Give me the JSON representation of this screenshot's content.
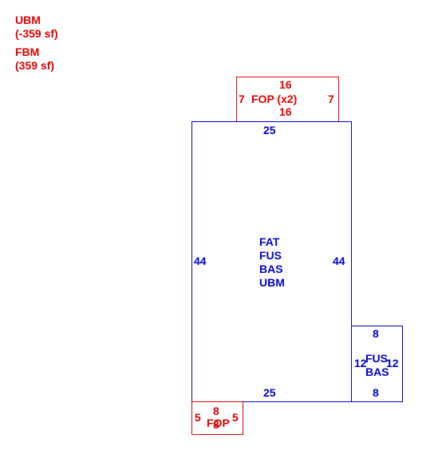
{
  "legend": [
    {
      "code": "UBM",
      "area": "(-359 sf)"
    },
    {
      "code": "FBM",
      "area": "(359 sf)"
    }
  ],
  "areas": {
    "fop_top": {
      "label": "FOP (x2)",
      "top": "16",
      "bottom": "16",
      "left": "7",
      "right": "7"
    },
    "main": {
      "labels": [
        "FAT",
        "FUS",
        "BAS",
        "UBM"
      ],
      "top": "25",
      "bottom": "25",
      "left": "44",
      "right": "44"
    },
    "side": {
      "labels": [
        "FUS",
        "BAS"
      ],
      "top": "8",
      "bottom": "8",
      "left": "12",
      "right": "12"
    },
    "fop_bottom": {
      "label": "FOP",
      "top": "8",
      "bottom": "8",
      "left": "5",
      "right": "5"
    }
  },
  "colors": {
    "red": "#e00000",
    "blue": "#0000c8"
  }
}
